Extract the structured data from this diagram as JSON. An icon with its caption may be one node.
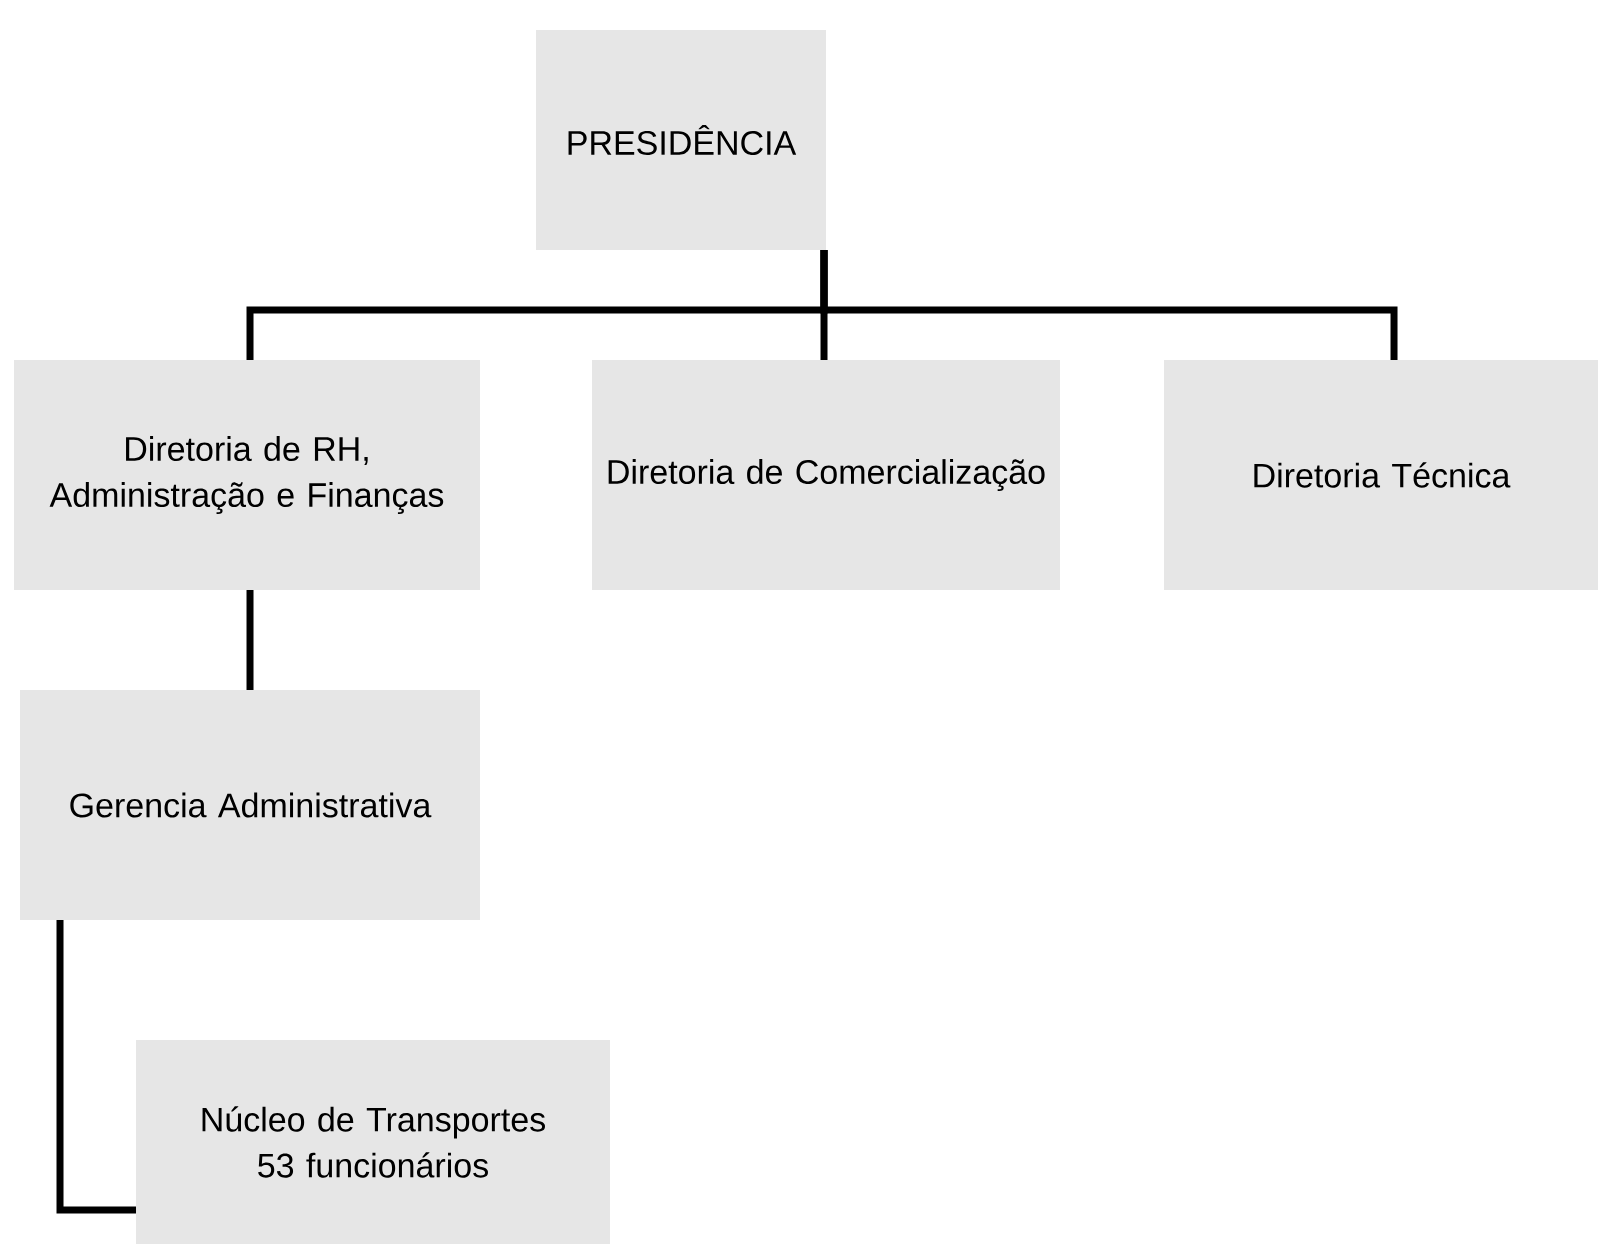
{
  "diagram": {
    "nodes": [
      {
        "text": [
          "PRESIDÊNCIA"
        ]
      },
      {
        "text": [
          "Diretoria de RH, Administração e Finanças"
        ]
      },
      {
        "text": [
          "Diretoria de Comercialização"
        ]
      },
      {
        "text": [
          "Diretoria Técnica"
        ]
      },
      {
        "text": [
          "Gerencia Administrativa"
        ]
      },
      {
        "text": [
          "Núcleo de Transportes",
          "53 funcionários"
        ]
      }
    ],
    "edges": [
      {
        "from": 0,
        "to": 1,
        "arrow": "none"
      },
      {
        "from": 0,
        "to": 2,
        "arrow": "none"
      },
      {
        "from": 0,
        "to": 3,
        "arrow": "none"
      },
      {
        "from": 1,
        "to": 4,
        "arrow": "none"
      },
      {
        "from": 4,
        "to": 5,
        "arrow": "none"
      }
    ]
  }
}
